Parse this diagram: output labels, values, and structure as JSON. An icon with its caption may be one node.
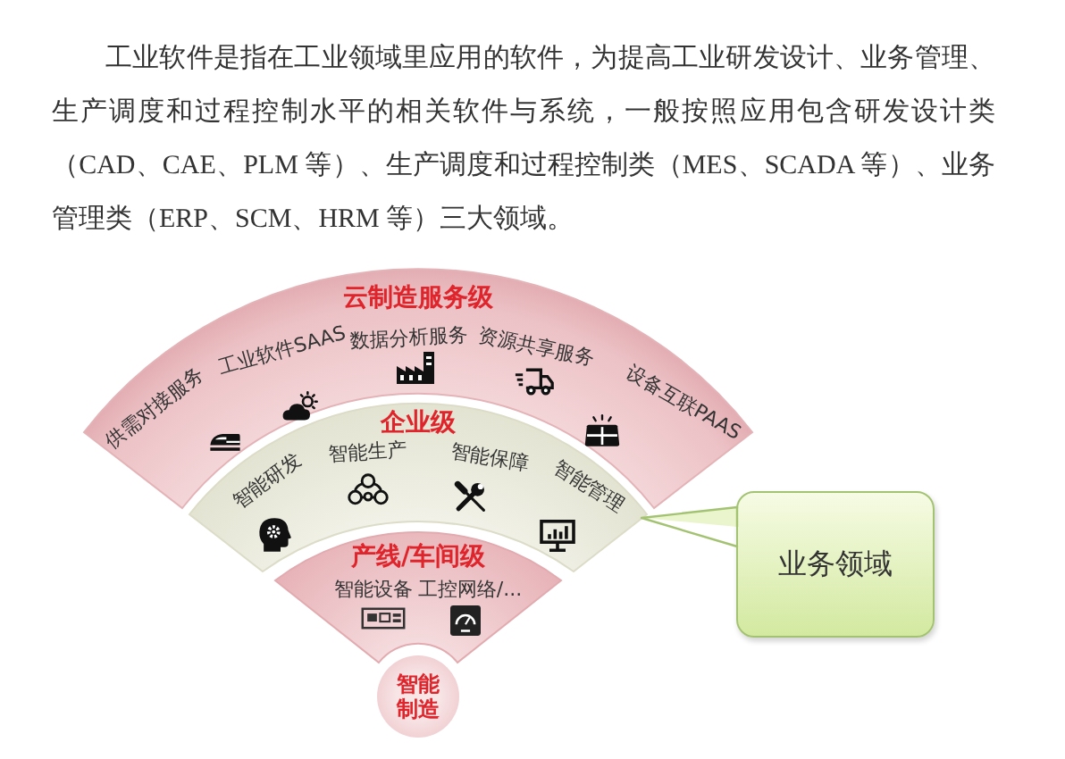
{
  "diagram": {
    "nodes": [
      {
        "text": [
          "云制造服务级",
          "供需对接服务",
          "工业软件SAAS",
          "数据分析服务",
          "资源共享服务",
          "设备互联PAAS"
        ]
      },
      {
        "text": [
          "企业级",
          "智能研发",
          "智能生产",
          "智能保障",
          "智能管理"
        ]
      },
      {
        "text": [
          "产线/车间级",
          "智能设备",
          "工控网络/..."
        ]
      },
      {
        "text": [
          "智能制造"
        ]
      },
      {
        "text": [
          "业务领域"
        ]
      }
    ],
    "edges": [
      {
        "from": 4,
        "to": 1,
        "arrow": "none"
      }
    ],
    "labels": [
      "工业软件是指在工业领域里应用的软件，为提高工业研发设计、业务管理、生产调度和过程控制水平的相关软件与系统，一般按照应用包含研发设计类（CAD、CAE、PLM 等）、生产调度和过程控制类（MES、SCADA 等）、业务管理类（ERP、SCM、HRM 等）三大领域。"
    ]
  }
}
